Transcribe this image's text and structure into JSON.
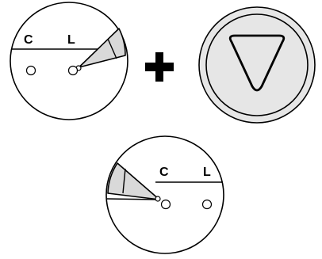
{
  "dial_top": {
    "label_c": "C",
    "label_l": "L"
  },
  "dial_bottom": {
    "label_c": "C",
    "label_l": "L"
  },
  "operator": {
    "icon": "plus-icon"
  },
  "button": {
    "icon": "triangle-down-icon"
  },
  "colors": {
    "stroke": "#000000",
    "shaded": "#d9d9d9",
    "button_fill": "#e6e6e6"
  }
}
